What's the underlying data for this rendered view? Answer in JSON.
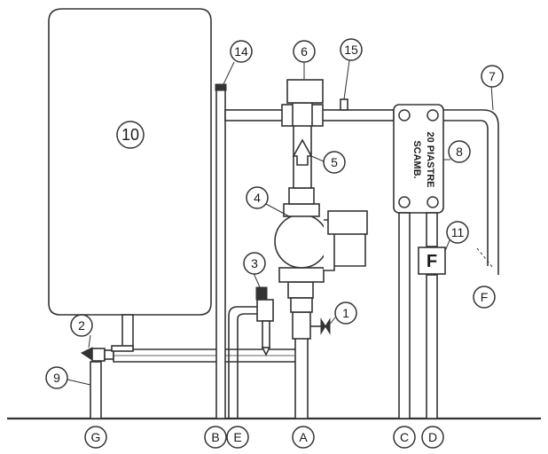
{
  "callouts": {
    "n1": "1",
    "n2": "2",
    "n3": "3",
    "n4": "4",
    "n5": "5",
    "n6": "6",
    "n7": "7",
    "n8": "8",
    "n9": "9",
    "n10": "10",
    "n11": "11",
    "n14": "14",
    "n15": "15"
  },
  "connections": {
    "G": "G",
    "B": "B",
    "E": "E",
    "A": "A",
    "C": "C",
    "D": "D",
    "F": "F"
  },
  "exchanger": {
    "line1": "SCAMB.",
    "line2": "20 PIASTRE"
  },
  "flow_switch": {
    "label": "F"
  }
}
